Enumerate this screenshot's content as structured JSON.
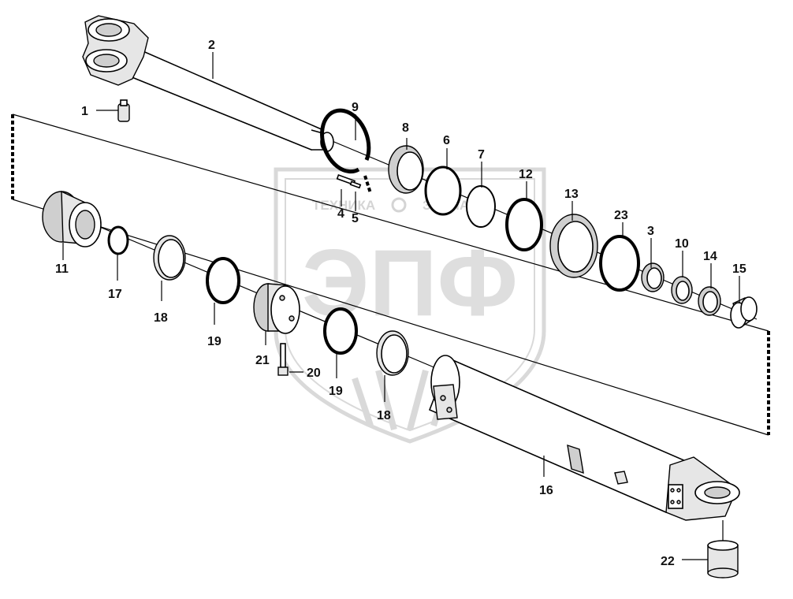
{
  "watermark": {
    "text_left": "ТЕХНИКА",
    "text_right": "ЗАПЧАСТИ",
    "logo": "ЭПФ"
  },
  "labels": [
    {
      "id": "1",
      "text": "1"
    },
    {
      "id": "2",
      "text": "2"
    },
    {
      "id": "3",
      "text": "3"
    },
    {
      "id": "4",
      "text": "4"
    },
    {
      "id": "5",
      "text": "5"
    },
    {
      "id": "6",
      "text": "6"
    },
    {
      "id": "7",
      "text": "7"
    },
    {
      "id": "8",
      "text": "8"
    },
    {
      "id": "9",
      "text": "9"
    },
    {
      "id": "10",
      "text": "10"
    },
    {
      "id": "11",
      "text": "11"
    },
    {
      "id": "12",
      "text": "12"
    },
    {
      "id": "13",
      "text": "13"
    },
    {
      "id": "14",
      "text": "14"
    },
    {
      "id": "15",
      "text": "15"
    },
    {
      "id": "16",
      "text": "16"
    },
    {
      "id": "17",
      "text": "17"
    },
    {
      "id": "18a",
      "text": "18"
    },
    {
      "id": "18b",
      "text": "18"
    },
    {
      "id": "19a",
      "text": "19"
    },
    {
      "id": "19b",
      "text": "19"
    },
    {
      "id": "20",
      "text": "20"
    },
    {
      "id": "21",
      "text": "21"
    },
    {
      "id": "22",
      "text": "22"
    },
    {
      "id": "23",
      "text": "23"
    }
  ]
}
